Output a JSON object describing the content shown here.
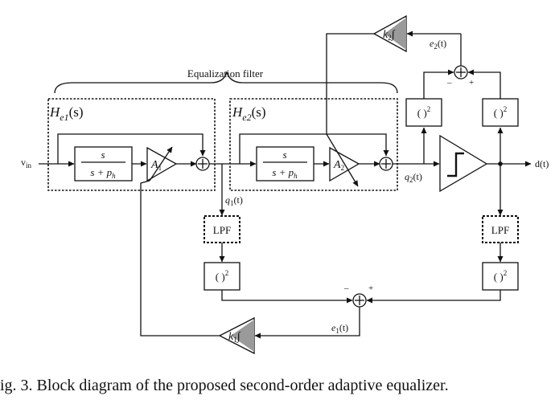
{
  "labels": {
    "group_label": "Equalization filter",
    "block1_label_main": "H",
    "block1_label_sub": "e1",
    "block1_label_arg": "(s)",
    "block2_label_main": "H",
    "block2_label_sub": "e2",
    "block2_label_arg": "(s)",
    "tf_numerator": "s",
    "tf_denominator": "s + p",
    "tf_denominator_sub": "h",
    "amp1_main": "A",
    "amp1_sub": "1",
    "amp2_main": "A",
    "amp2_sub": "2",
    "input_main": "v",
    "input_sub": "in",
    "output": "d(t)",
    "q1_main": "q",
    "q1_sub": "1",
    "q1_arg": "(t)",
    "q2_main": "q",
    "q2_sub": "2",
    "q2_arg": "(t)",
    "e1_main": "e",
    "e1_sub": "1",
    "e1_arg": "(t)",
    "e2_main": "e",
    "e2_sub": "2",
    "e2_arg": "(t)",
    "k1_main": "k",
    "k1_sub": "1",
    "k2_main": "k",
    "k2_sub": "2",
    "integral": "∫",
    "lpf": "LPF",
    "square_paren": "( )",
    "square_exp": "2",
    "sign_minus": "–",
    "sign_plus": "+"
  },
  "caption": "ig. 3.   Block diagram of the proposed second-order adaptive equalizer."
}
